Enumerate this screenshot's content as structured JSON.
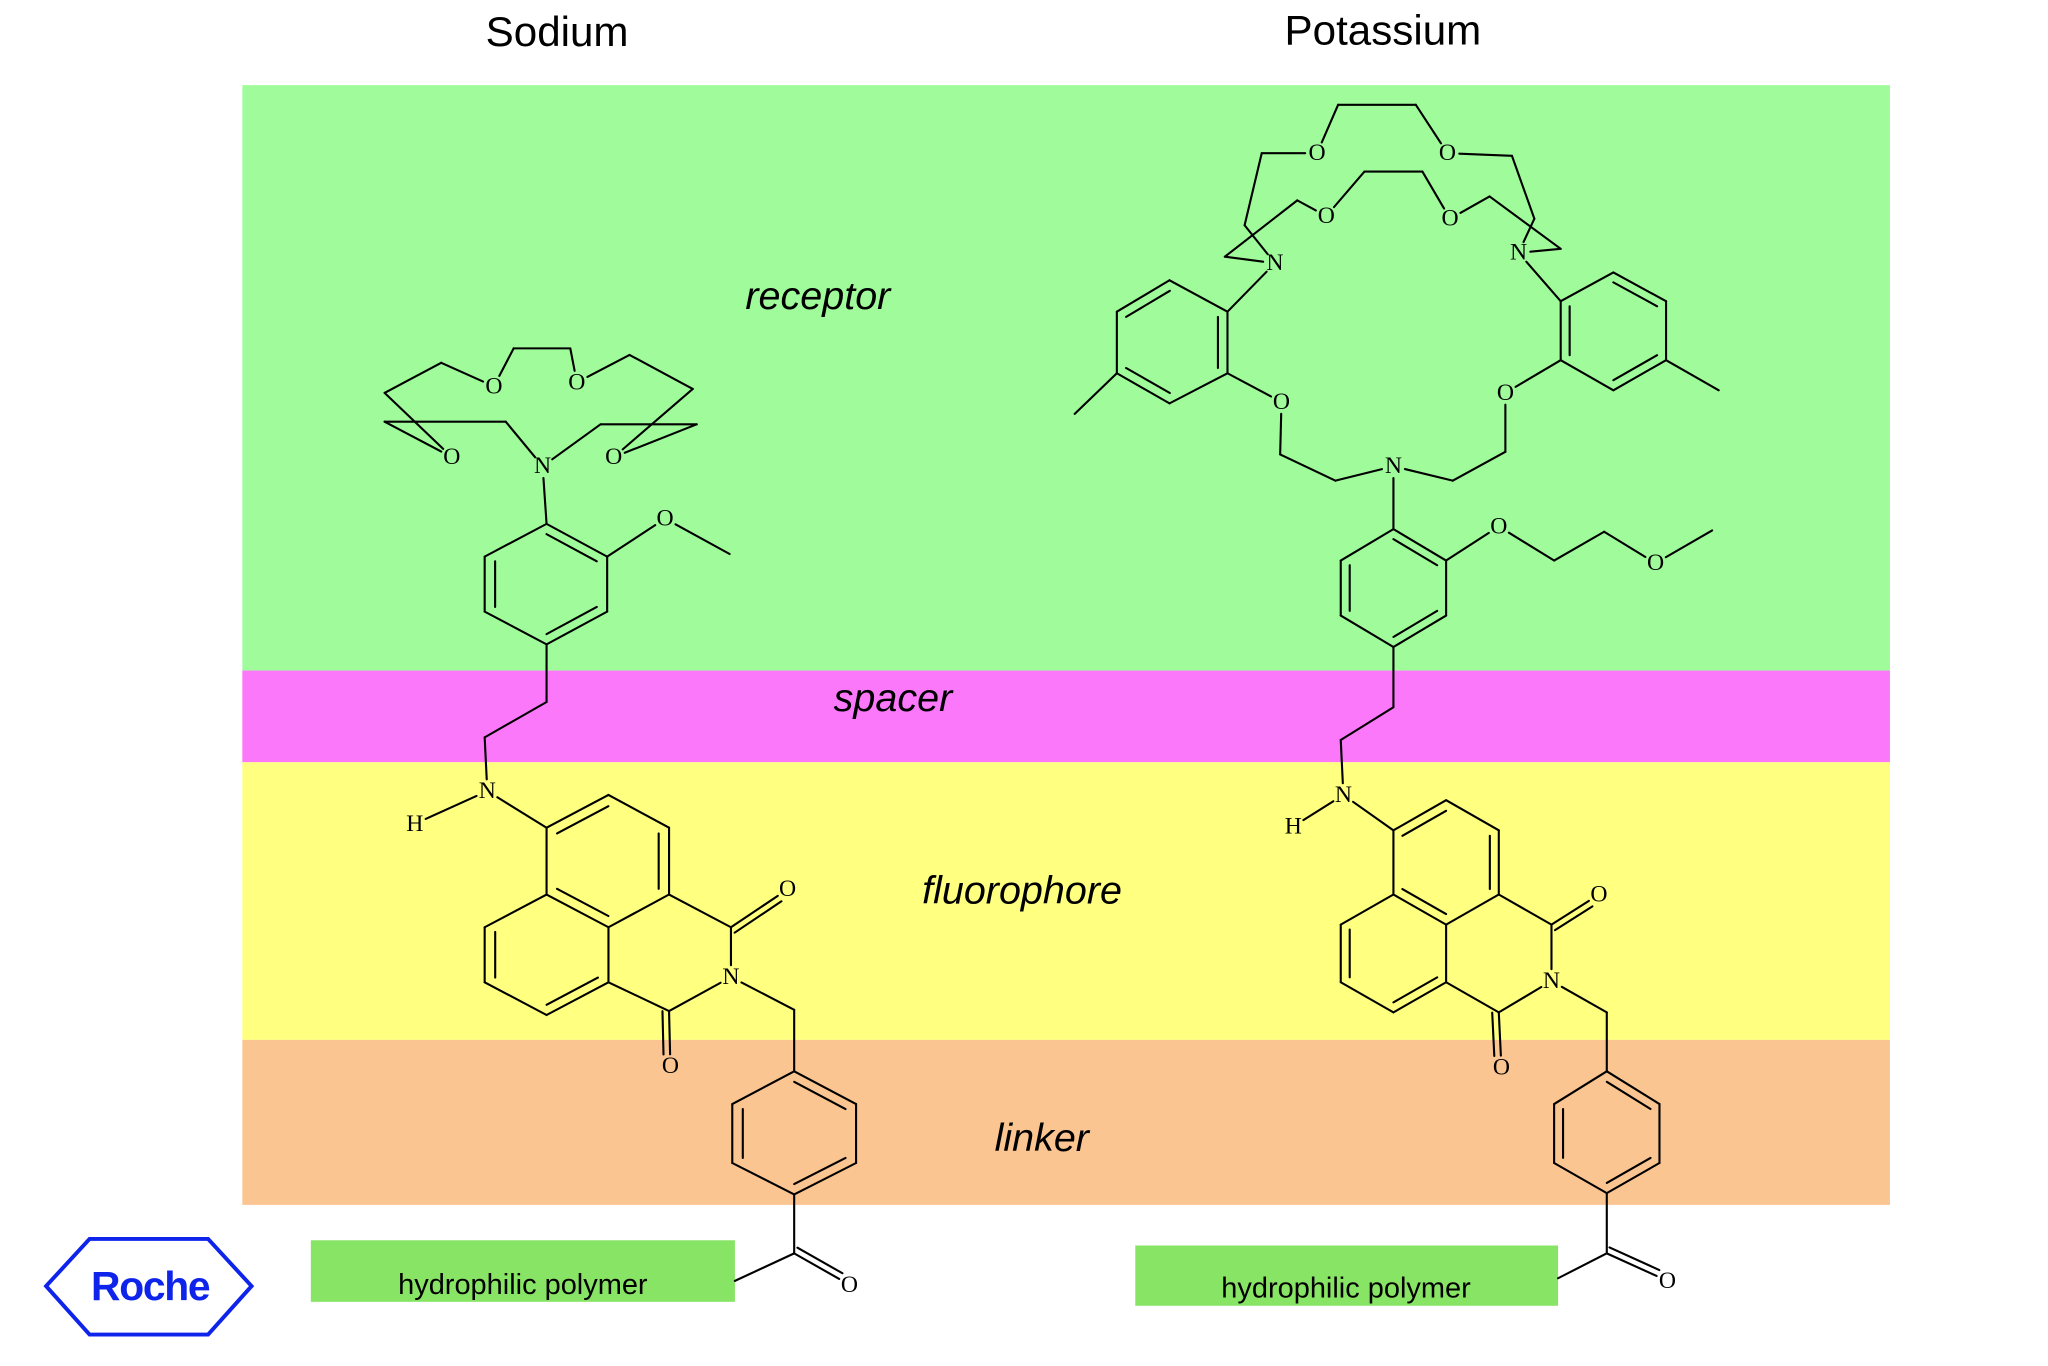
{
  "figure": {
    "columns": {
      "sodium": "Sodium",
      "potassium": "Potassium"
    },
    "regions": {
      "receptor": "receptor",
      "spacer": "spacer",
      "fluorophore": "fluorophore",
      "linker": "linker"
    },
    "polymer": {
      "sodium": "hydrophilic polymer",
      "potassium": "hydrophilic polymer"
    }
  },
  "atoms": {
    "O": "O",
    "N": "N",
    "H": "H"
  },
  "logo": {
    "text": "Roche"
  },
  "colors": {
    "receptor": "#a0fc9b",
    "spacer": "#fb78fb",
    "fluorophore": "#ffff80",
    "linker": "#fbc592",
    "polymer": "#88e464",
    "logo": "#0e24eb"
  }
}
